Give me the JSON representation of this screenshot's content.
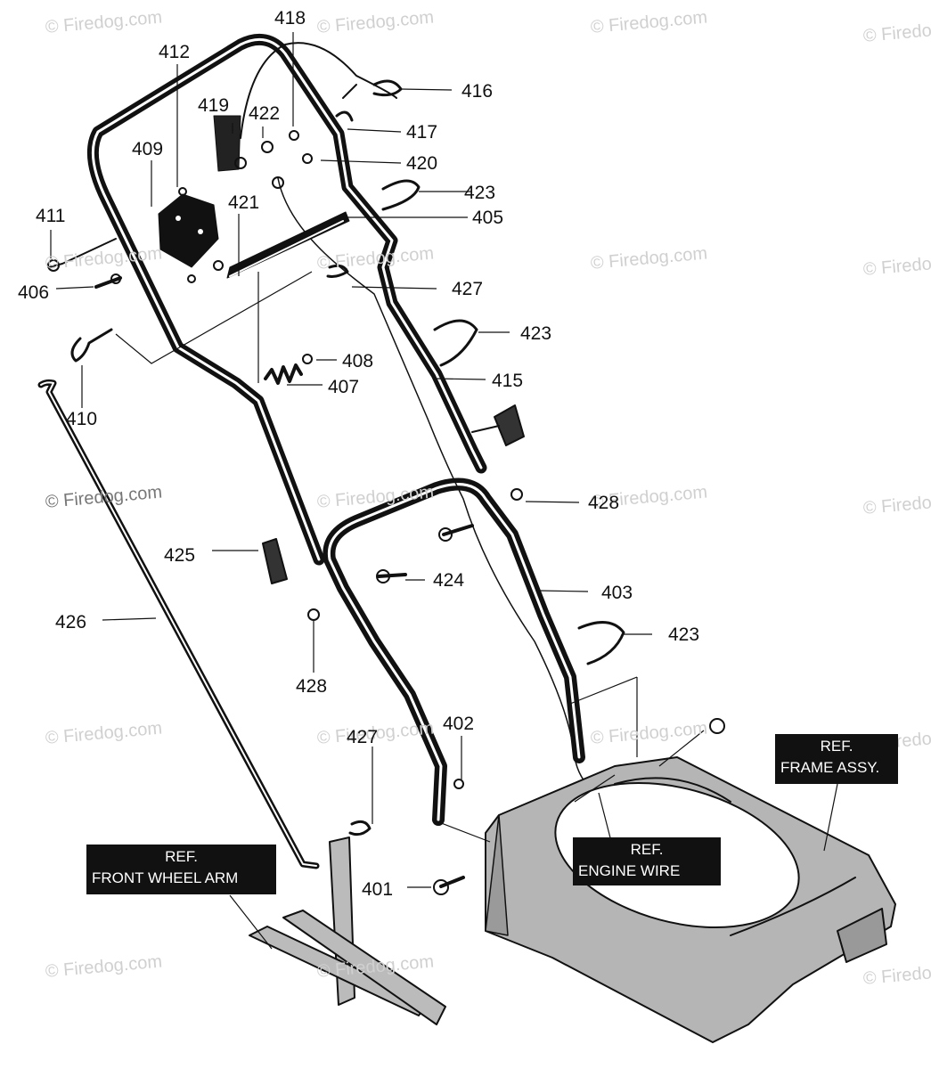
{
  "watermark": "© Firedog.com",
  "part_numbers": [
    "401",
    "402",
    "403",
    "405",
    "406",
    "407",
    "408",
    "409",
    "410",
    "411",
    "412",
    "415",
    "416",
    "417",
    "418",
    "419",
    "420",
    "421",
    "422",
    "423",
    "424",
    "425",
    "426",
    "427",
    "428"
  ],
  "labels": {
    "p401": "401",
    "p402": "402",
    "p403": "403",
    "p405": "405",
    "p406": "406",
    "p407": "407",
    "p408": "408",
    "p409": "409",
    "p410": "410",
    "p411": "411",
    "p412": "412",
    "p415": "415",
    "p416": "416",
    "p417": "417",
    "p418": "418",
    "p419": "419",
    "p420": "420",
    "p421": "421",
    "p422": "422",
    "p423a": "423",
    "p423b": "423",
    "p423c": "423",
    "p424": "424",
    "p425": "425",
    "p426": "426",
    "p427a": "427",
    "p427b": "427",
    "p428a": "428",
    "p428b": "428"
  },
  "refs": {
    "frame": {
      "line1": "REF.",
      "line2": "FRAME ASSY."
    },
    "engine_wire": {
      "line1": "REF.",
      "line2": "ENGINE WIRE"
    },
    "front_wheel_arm": {
      "line1": "REF.",
      "line2": "FRONT WHEEL ARM"
    }
  }
}
